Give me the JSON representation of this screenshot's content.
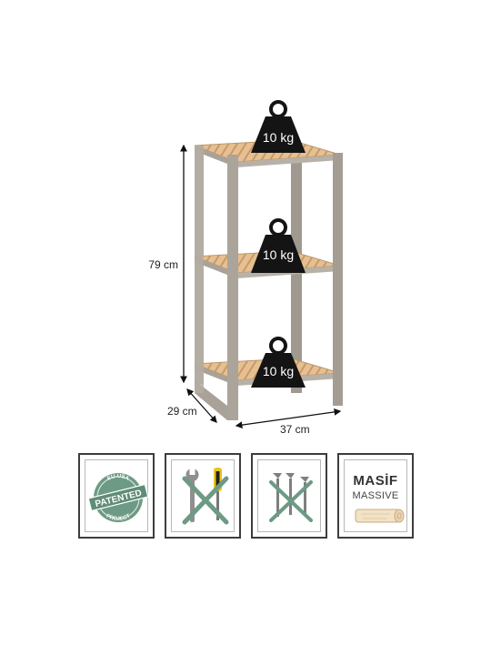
{
  "dimensions": {
    "height": "79 cm",
    "depth": "29 cm",
    "width": "37 cm"
  },
  "load_labels": [
    "10 kg",
    "10 kg",
    "10 kg"
  ],
  "features": {
    "patented": {
      "arc_top": "EU-USA",
      "banner": "PATENTED",
      "arc_bottom": "PROJECT",
      "icon": "patented-seal-icon"
    },
    "no_tools": {
      "icon": "no-tools-icon"
    },
    "no_screws": {
      "icon": "no-screws-icon"
    },
    "massive": {
      "title": "MASİF",
      "subtitle": "MASSIVE",
      "icon": "wood-log-icon"
    }
  },
  "colors": {
    "frame": "#a8a298",
    "wood": "#e2ba8a",
    "weight": "#141414",
    "accent_green": "#6d9a84"
  }
}
